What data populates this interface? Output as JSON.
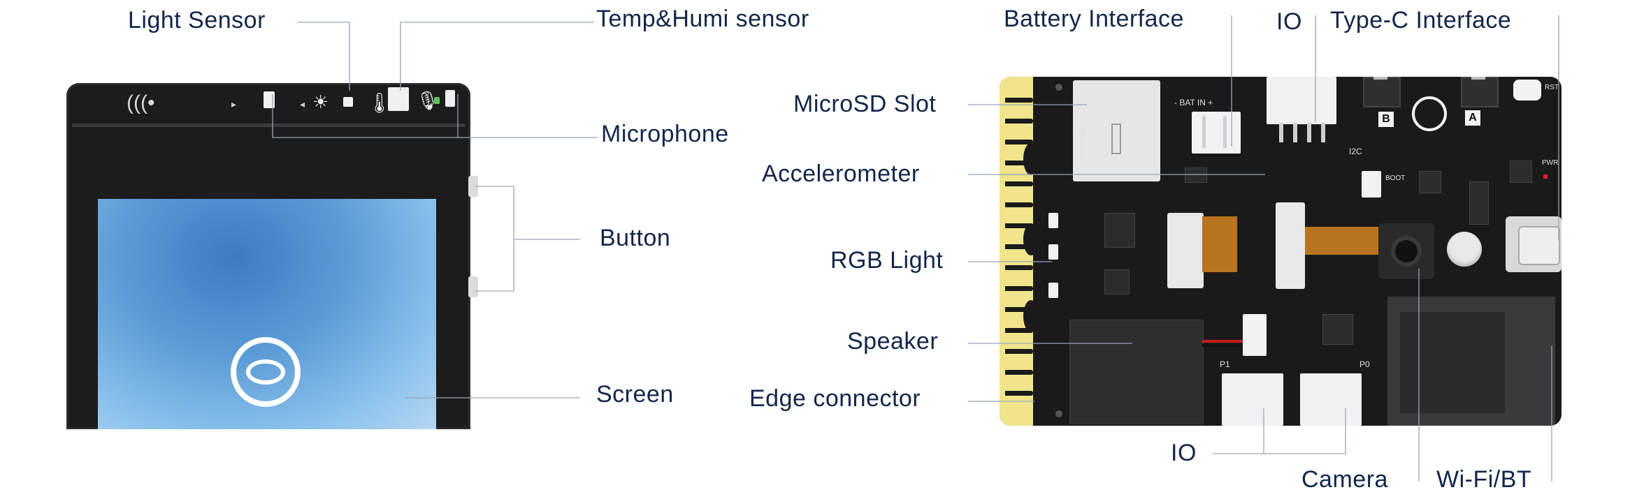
{
  "labels": {
    "light_sensor": "Light Sensor",
    "temp_humi_sensor": "Temp&Humi sensor",
    "microphone": "Microphone",
    "button": "Button",
    "screen": "Screen",
    "battery_interface": "Battery Interface",
    "io_top": "IO",
    "type_c_interface": "Type-C Interface",
    "microsd_slot": "MicroSD Slot",
    "accelerometer": "Accelerometer",
    "rgb_light": "RGB Light",
    "speaker": "Speaker",
    "edge_connector": "Edge connector",
    "io_bottom": "IO",
    "camera": "Camera",
    "wifi_bt": "Wi-Fi/BT"
  },
  "board_silkscreen": {
    "bat_in": "- BAT IN +",
    "i2c": "I2C",
    "sd_card": "SD Card",
    "boot": "BOOT",
    "pwr": "PWR",
    "rst": "RST",
    "p0": "P0",
    "p1": "P1",
    "button_a": "A",
    "button_b": "B"
  },
  "colors": {
    "label_text": "#12264a",
    "leader_line": "#9aa3b5",
    "pcb": "#1a1a1a",
    "gold_edge": "#f0e48c",
    "screen_blue": "#5a9bd6"
  }
}
